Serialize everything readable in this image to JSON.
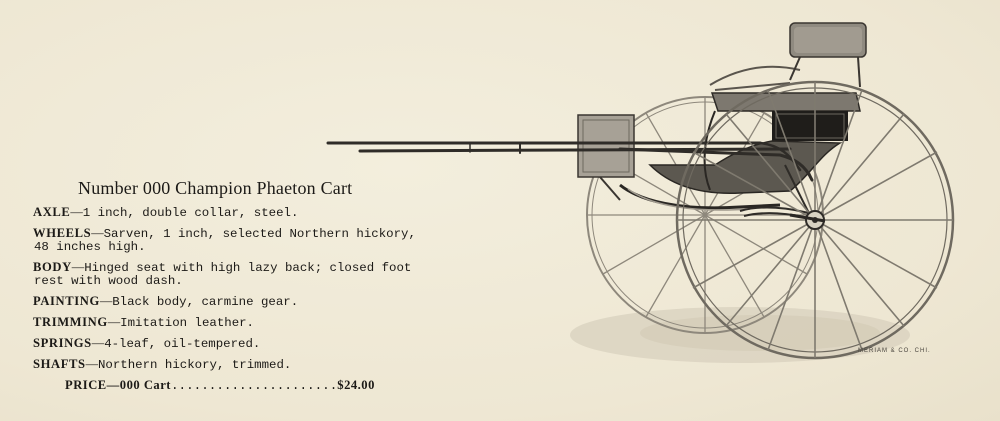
{
  "catalog_entry": {
    "title": "Number 000 Champion Phaeton Cart",
    "specs": [
      {
        "label": "AXLE",
        "text": "1 inch, double collar, steel.",
        "cont": ""
      },
      {
        "label": "WHEELS",
        "text": "Sarven, 1 inch, selected Northern hickory,",
        "cont": "48 inches high."
      },
      {
        "label": "BODY",
        "text": "Hinged seat with high lazy back; closed foot",
        "cont": "rest with wood dash."
      },
      {
        "label": "PAINTING",
        "text": "Black body, carmine gear.",
        "cont": ""
      },
      {
        "label": "TRIMMING",
        "text": "Imitation leather.",
        "cont": ""
      },
      {
        "label": "SPRINGS",
        "text": "4-leaf, oil-tempered.",
        "cont": ""
      },
      {
        "label": "SHAFTS",
        "text": "Northern hickory, trimmed.",
        "cont": ""
      }
    ],
    "dash": "—",
    "price": {
      "label": "PRICE—",
      "item": "000 Cart",
      "leader": "......................",
      "value": "$24.00"
    },
    "engraver_credit": "MERIAM & CO. CHI."
  },
  "illustration": {
    "subject": "phaeton-cart",
    "colors": {
      "metal": "#3a3631",
      "wheel": "#8d877c",
      "shadow": "#d8d1be",
      "seat": "#6e6a62"
    }
  }
}
